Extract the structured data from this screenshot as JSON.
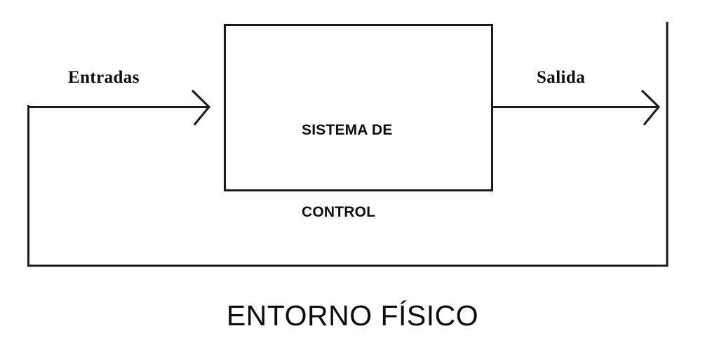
{
  "diagram": {
    "kind": "block-diagram",
    "title_caption": "ENTORNO FÍSICO",
    "background_color": "#ffffff",
    "line_color": "#1a1a1a",
    "text_color": "#0d0d0d",
    "block": {
      "label_line1": "SISTEMA DE",
      "label_line2": "CONTROL"
    },
    "signals": {
      "input_label": "Entradas",
      "output_label": "Salida"
    },
    "icons": {
      "input_arrow": "arrow-right-icon",
      "output_arrow": "arrow-right-icon",
      "feedback_path": "feedback-loop-icon"
    }
  }
}
